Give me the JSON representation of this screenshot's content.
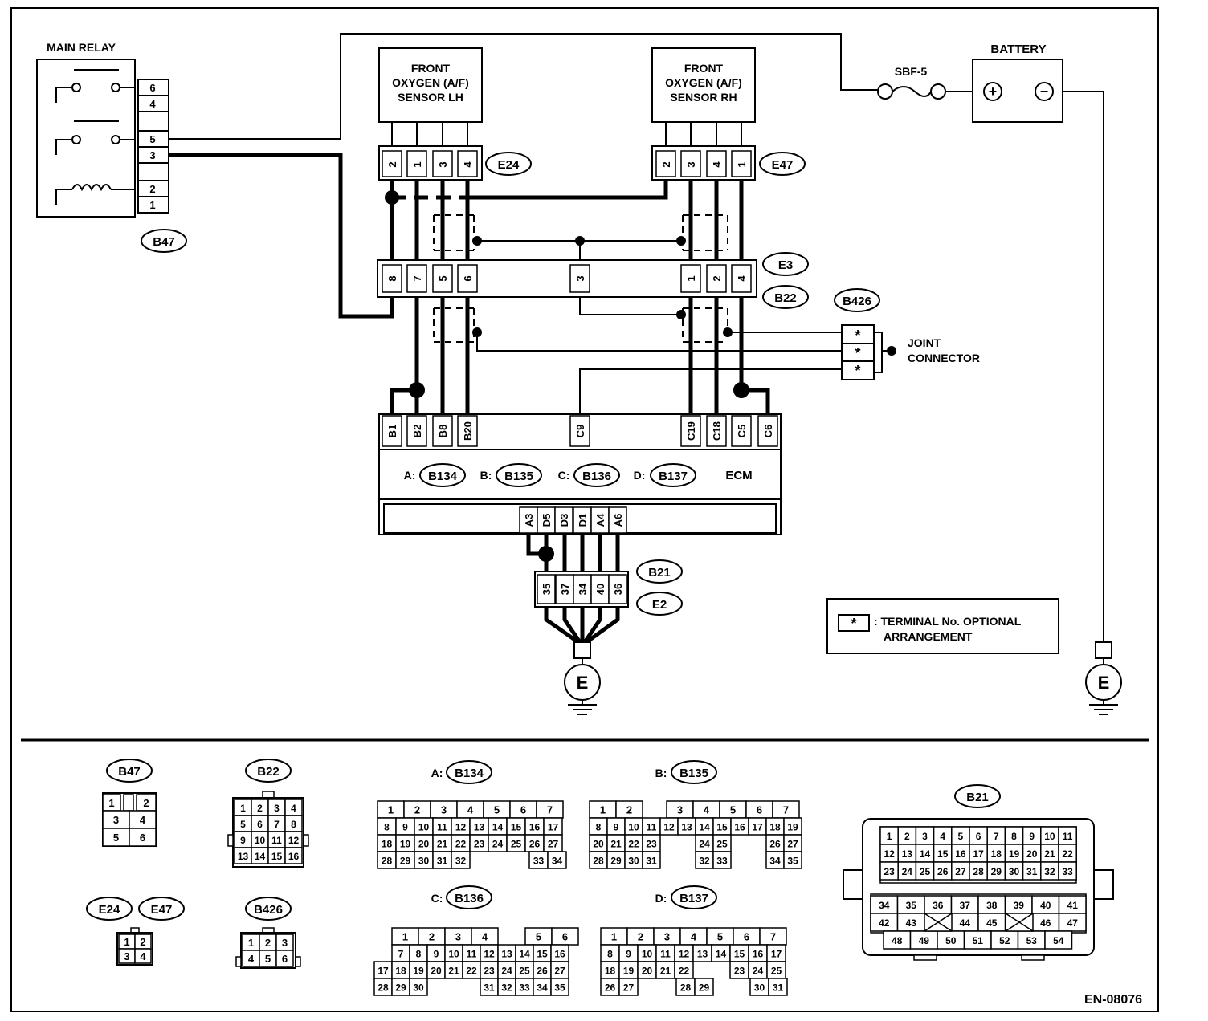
{
  "main_relay": {
    "title": "MAIN RELAY",
    "pins": [
      "6",
      "4",
      "5",
      "3",
      "2",
      "1"
    ],
    "connector": "B47"
  },
  "sensor_lh": {
    "line1": "FRONT",
    "line2": "OXYGEN (A/F)",
    "line3": "SENSOR LH",
    "pins": [
      "2",
      "1",
      "3",
      "4"
    ],
    "connector": "E24"
  },
  "sensor_rh": {
    "line1": "FRONT",
    "line2": "OXYGEN (A/F)",
    "line3": "SENSOR RH",
    "pins": [
      "2",
      "3",
      "4",
      "1"
    ],
    "connector": "E47"
  },
  "fuse": {
    "label": "SBF-5"
  },
  "battery": {
    "label": "BATTERY",
    "plus": "+",
    "minus": "−"
  },
  "e3b22": {
    "top": "E3",
    "bottom": "B22",
    "pins_left": [
      "8",
      "7",
      "5",
      "6"
    ],
    "pin_mid": "3",
    "pins_right": [
      "1",
      "2",
      "4"
    ]
  },
  "joint": {
    "connector": "B426",
    "line1": "JOINT",
    "line2": "CONNECTOR",
    "pins": [
      "*",
      "*",
      "*"
    ]
  },
  "ecm": {
    "pins_top": [
      "B1",
      "B2",
      "B8",
      "B20",
      "C9",
      "C19",
      "C18",
      "C5",
      "C6"
    ],
    "a_label": "A:",
    "a_conn": "B134",
    "b_label": "B:",
    "b_conn": "B135",
    "c_label": "C:",
    "c_conn": "B136",
    "d_label": "D:",
    "d_conn": "B137",
    "name": "ECM",
    "pins_bottom": [
      "A3",
      "D5",
      "D3",
      "D1",
      "A4",
      "A6"
    ]
  },
  "b21e2": {
    "top": "B21",
    "bottom": "E2",
    "pins": [
      "35",
      "37",
      "34",
      "40",
      "36"
    ]
  },
  "ground": {
    "label": "E"
  },
  "legend": {
    "symbol": "*",
    "line1": ": TERMINAL No. OPTIONAL",
    "line2": "ARRANGEMENT"
  },
  "views": {
    "b47": {
      "name": "B47",
      "rows": [
        [
          "1",
          "",
          "2"
        ],
        [
          "3",
          "4"
        ],
        [
          "5",
          "6"
        ]
      ]
    },
    "b22": {
      "name": "B22",
      "rows": [
        [
          "1",
          "2",
          "3",
          "4"
        ],
        [
          "5",
          "6",
          "7",
          "8"
        ],
        [
          "9",
          "10",
          "11",
          "12"
        ],
        [
          "13",
          "14",
          "15",
          "16"
        ]
      ]
    },
    "e24": "E24",
    "e47": "E47",
    "e24_rows": [
      [
        "1",
        "2"
      ],
      [
        "3",
        "4"
      ]
    ],
    "b426": {
      "name": "B426",
      "rows": [
        [
          "1",
          "2",
          "3"
        ],
        [
          "4",
          "5",
          "6"
        ]
      ]
    },
    "a_b134": {
      "prefix": "A:",
      "name": "B134",
      "rows": [
        [
          "1",
          "2",
          "3",
          "4",
          "5",
          "6",
          "7"
        ],
        [
          "8",
          "9",
          "10",
          "11",
          "12",
          "13",
          "14",
          "15",
          "16",
          "17"
        ],
        [
          "18",
          "19",
          "20",
          "21",
          "22",
          "23",
          "24",
          "25",
          "26",
          "27"
        ],
        [
          "28",
          "29",
          "30",
          "31",
          "32",
          "33",
          "34"
        ]
      ]
    },
    "b_b135": {
      "prefix": "B:",
      "name": "B135",
      "rows": [
        [
          "1",
          "2",
          "3",
          "4",
          "5",
          "6",
          "7"
        ],
        [
          "8",
          "9",
          "10",
          "11",
          "12",
          "13",
          "14",
          "15",
          "16",
          "17",
          "18",
          "19"
        ],
        [
          "20",
          "21",
          "22",
          "23",
          "24",
          "25",
          "26",
          "27"
        ],
        [
          "28",
          "29",
          "30",
          "31",
          "32",
          "33",
          "34",
          "35"
        ]
      ]
    },
    "c_b136": {
      "prefix": "C:",
      "name": "B136",
      "rows": [
        [
          "1",
          "2",
          "3",
          "4",
          "5",
          "6"
        ],
        [
          "7",
          "8",
          "9",
          "10",
          "11",
          "12",
          "13",
          "14",
          "15",
          "16"
        ],
        [
          "17",
          "18",
          "19",
          "20",
          "21",
          "22",
          "23",
          "24",
          "25",
          "26",
          "27"
        ],
        [
          "28",
          "29",
          "30",
          "31",
          "32",
          "33",
          "34",
          "35"
        ]
      ]
    },
    "d_b137": {
      "prefix": "D:",
      "name": "B137",
      "rows": [
        [
          "1",
          "2",
          "3",
          "4",
          "5",
          "6",
          "7"
        ],
        [
          "8",
          "9",
          "10",
          "11",
          "12",
          "13",
          "14",
          "15",
          "16",
          "17"
        ],
        [
          "18",
          "19",
          "20",
          "21",
          "22",
          "23",
          "24",
          "25"
        ],
        [
          "26",
          "27",
          "28",
          "29",
          "30",
          "31"
        ]
      ]
    },
    "b21": {
      "name": "B21",
      "rows": [
        [
          "1",
          "2",
          "3",
          "4",
          "5",
          "6",
          "7",
          "8",
          "9",
          "10",
          "11"
        ],
        [
          "12",
          "13",
          "14",
          "15",
          "16",
          "17",
          "18",
          "19",
          "20",
          "21",
          "22"
        ],
        [
          "23",
          "24",
          "25",
          "26",
          "27",
          "28",
          "29",
          "30",
          "31",
          "32",
          "33"
        ],
        [
          "34",
          "35",
          "36",
          "37",
          "38",
          "39",
          "40",
          "41"
        ],
        [
          "42",
          "43",
          "44",
          "45",
          "46",
          "47"
        ],
        [
          "48",
          "49",
          "50",
          "51",
          "52",
          "53",
          "54"
        ]
      ]
    }
  },
  "doc_code": "EN-08076"
}
